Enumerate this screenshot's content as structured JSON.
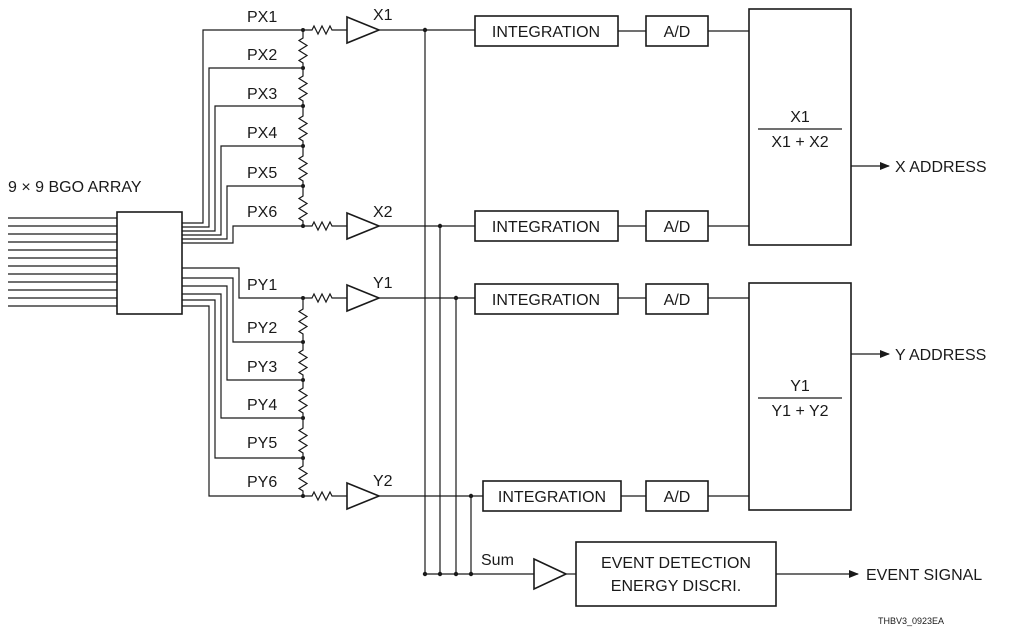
{
  "diagram": {
    "array_label": "9 × 9 BGO ARRAY",
    "x_taps": [
      "PX1",
      "PX2",
      "PX3",
      "PX4",
      "PX5",
      "PX6"
    ],
    "y_taps": [
      "PY1",
      "PY2",
      "PY3",
      "PY4",
      "PY5",
      "PY6"
    ],
    "amplifiers": [
      "X1",
      "X2",
      "Y1",
      "Y2"
    ],
    "integration_label": "INTEGRATION",
    "ad_label": "A/D",
    "x_ratio": {
      "numerator": "X1",
      "denominator": "X1 + X2"
    },
    "y_ratio": {
      "numerator": "Y1",
      "denominator": "Y1 + Y2"
    },
    "x_output": "X ADDRESS",
    "y_output": "Y ADDRESS",
    "sum_label": "Sum",
    "event_box": [
      "EVENT DETECTION",
      "ENERGY DISCRI."
    ],
    "event_output": "EVENT SIGNAL",
    "figure_id": "THBV3_0923EA"
  }
}
